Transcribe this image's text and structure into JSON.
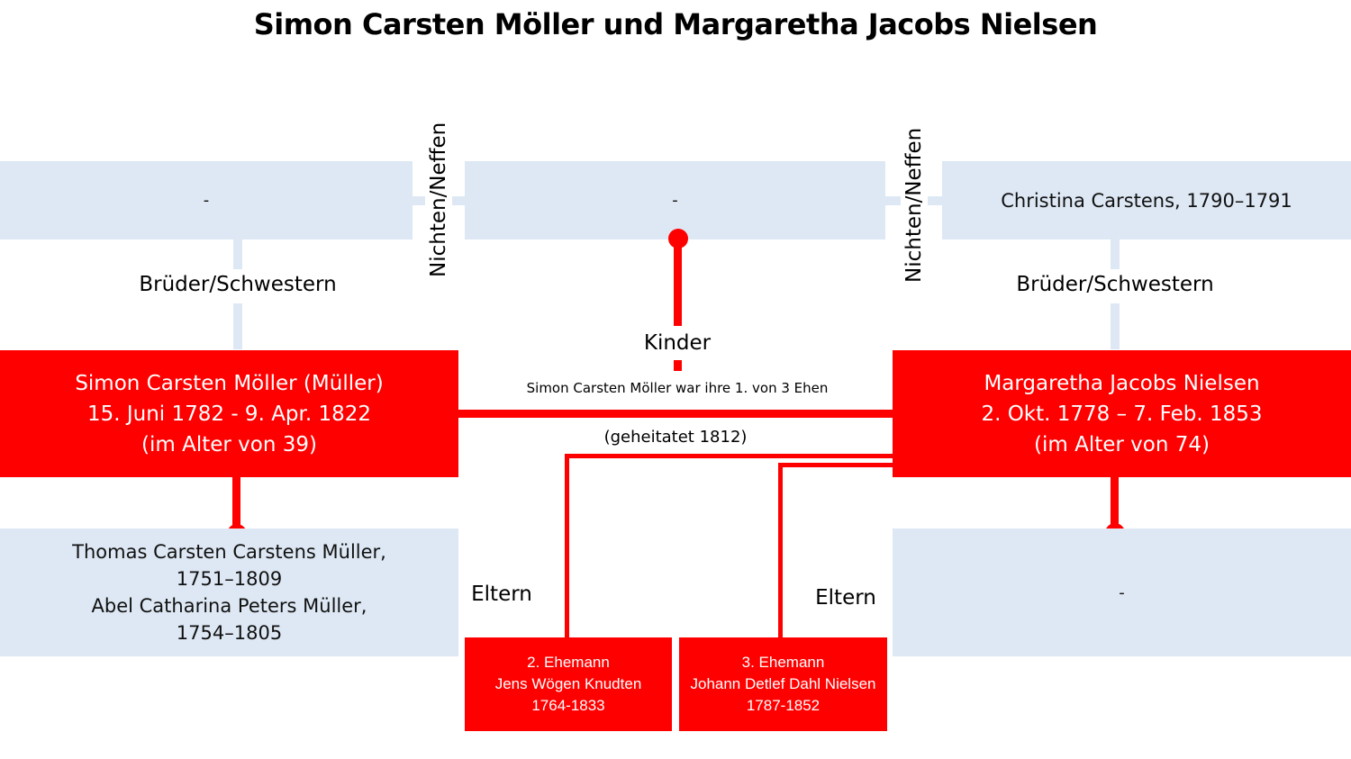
{
  "title": "Simon Carsten Möller und Margaretha Jacobs Nielsen",
  "top_row": {
    "left": "-",
    "middle": "-",
    "right": "Christina Carstens, 1790–1791"
  },
  "labels": {
    "niblings_left": "Nichten/Neffen",
    "niblings_right": "Nichten/Neffen",
    "siblings_left": "Brüder/Schwestern",
    "siblings_right": "Brüder/Schwestern",
    "children": "Kinder",
    "parents_left": "Eltern",
    "parents_right": "Eltern"
  },
  "marriage": {
    "note": "Simon Carsten Möller war ihre 1. von 3 Ehen",
    "date": "(geheitatet 1812)"
  },
  "person_left": {
    "name": "Simon Carsten Möller (Müller)",
    "dates": "15. Juni 1782 - 9. Apr. 1822",
    "age": "(im Alter von 39)"
  },
  "person_right": {
    "name": "Margaretha Jacobs Nielsen",
    "dates": "2. Okt. 1778 – 7. Feb. 1853",
    "age": "(im Alter von 74)"
  },
  "parents_left": [
    "Thomas Carsten Carstens Müller,",
    "1751–1809",
    "Abel Catharina Peters Müller,",
    "1754–1805"
  ],
  "parents_right": "-",
  "husband2": {
    "role": "2. Ehemann",
    "name": "Jens Wögen Knudten",
    "years": "1764-1833"
  },
  "husband3": {
    "role": "3. Ehemann",
    "name": "Johann Detlef Dahl Nielsen",
    "years": "1787-1852"
  },
  "colors": {
    "accent": "#ff0000",
    "light": "#dde8f4"
  }
}
